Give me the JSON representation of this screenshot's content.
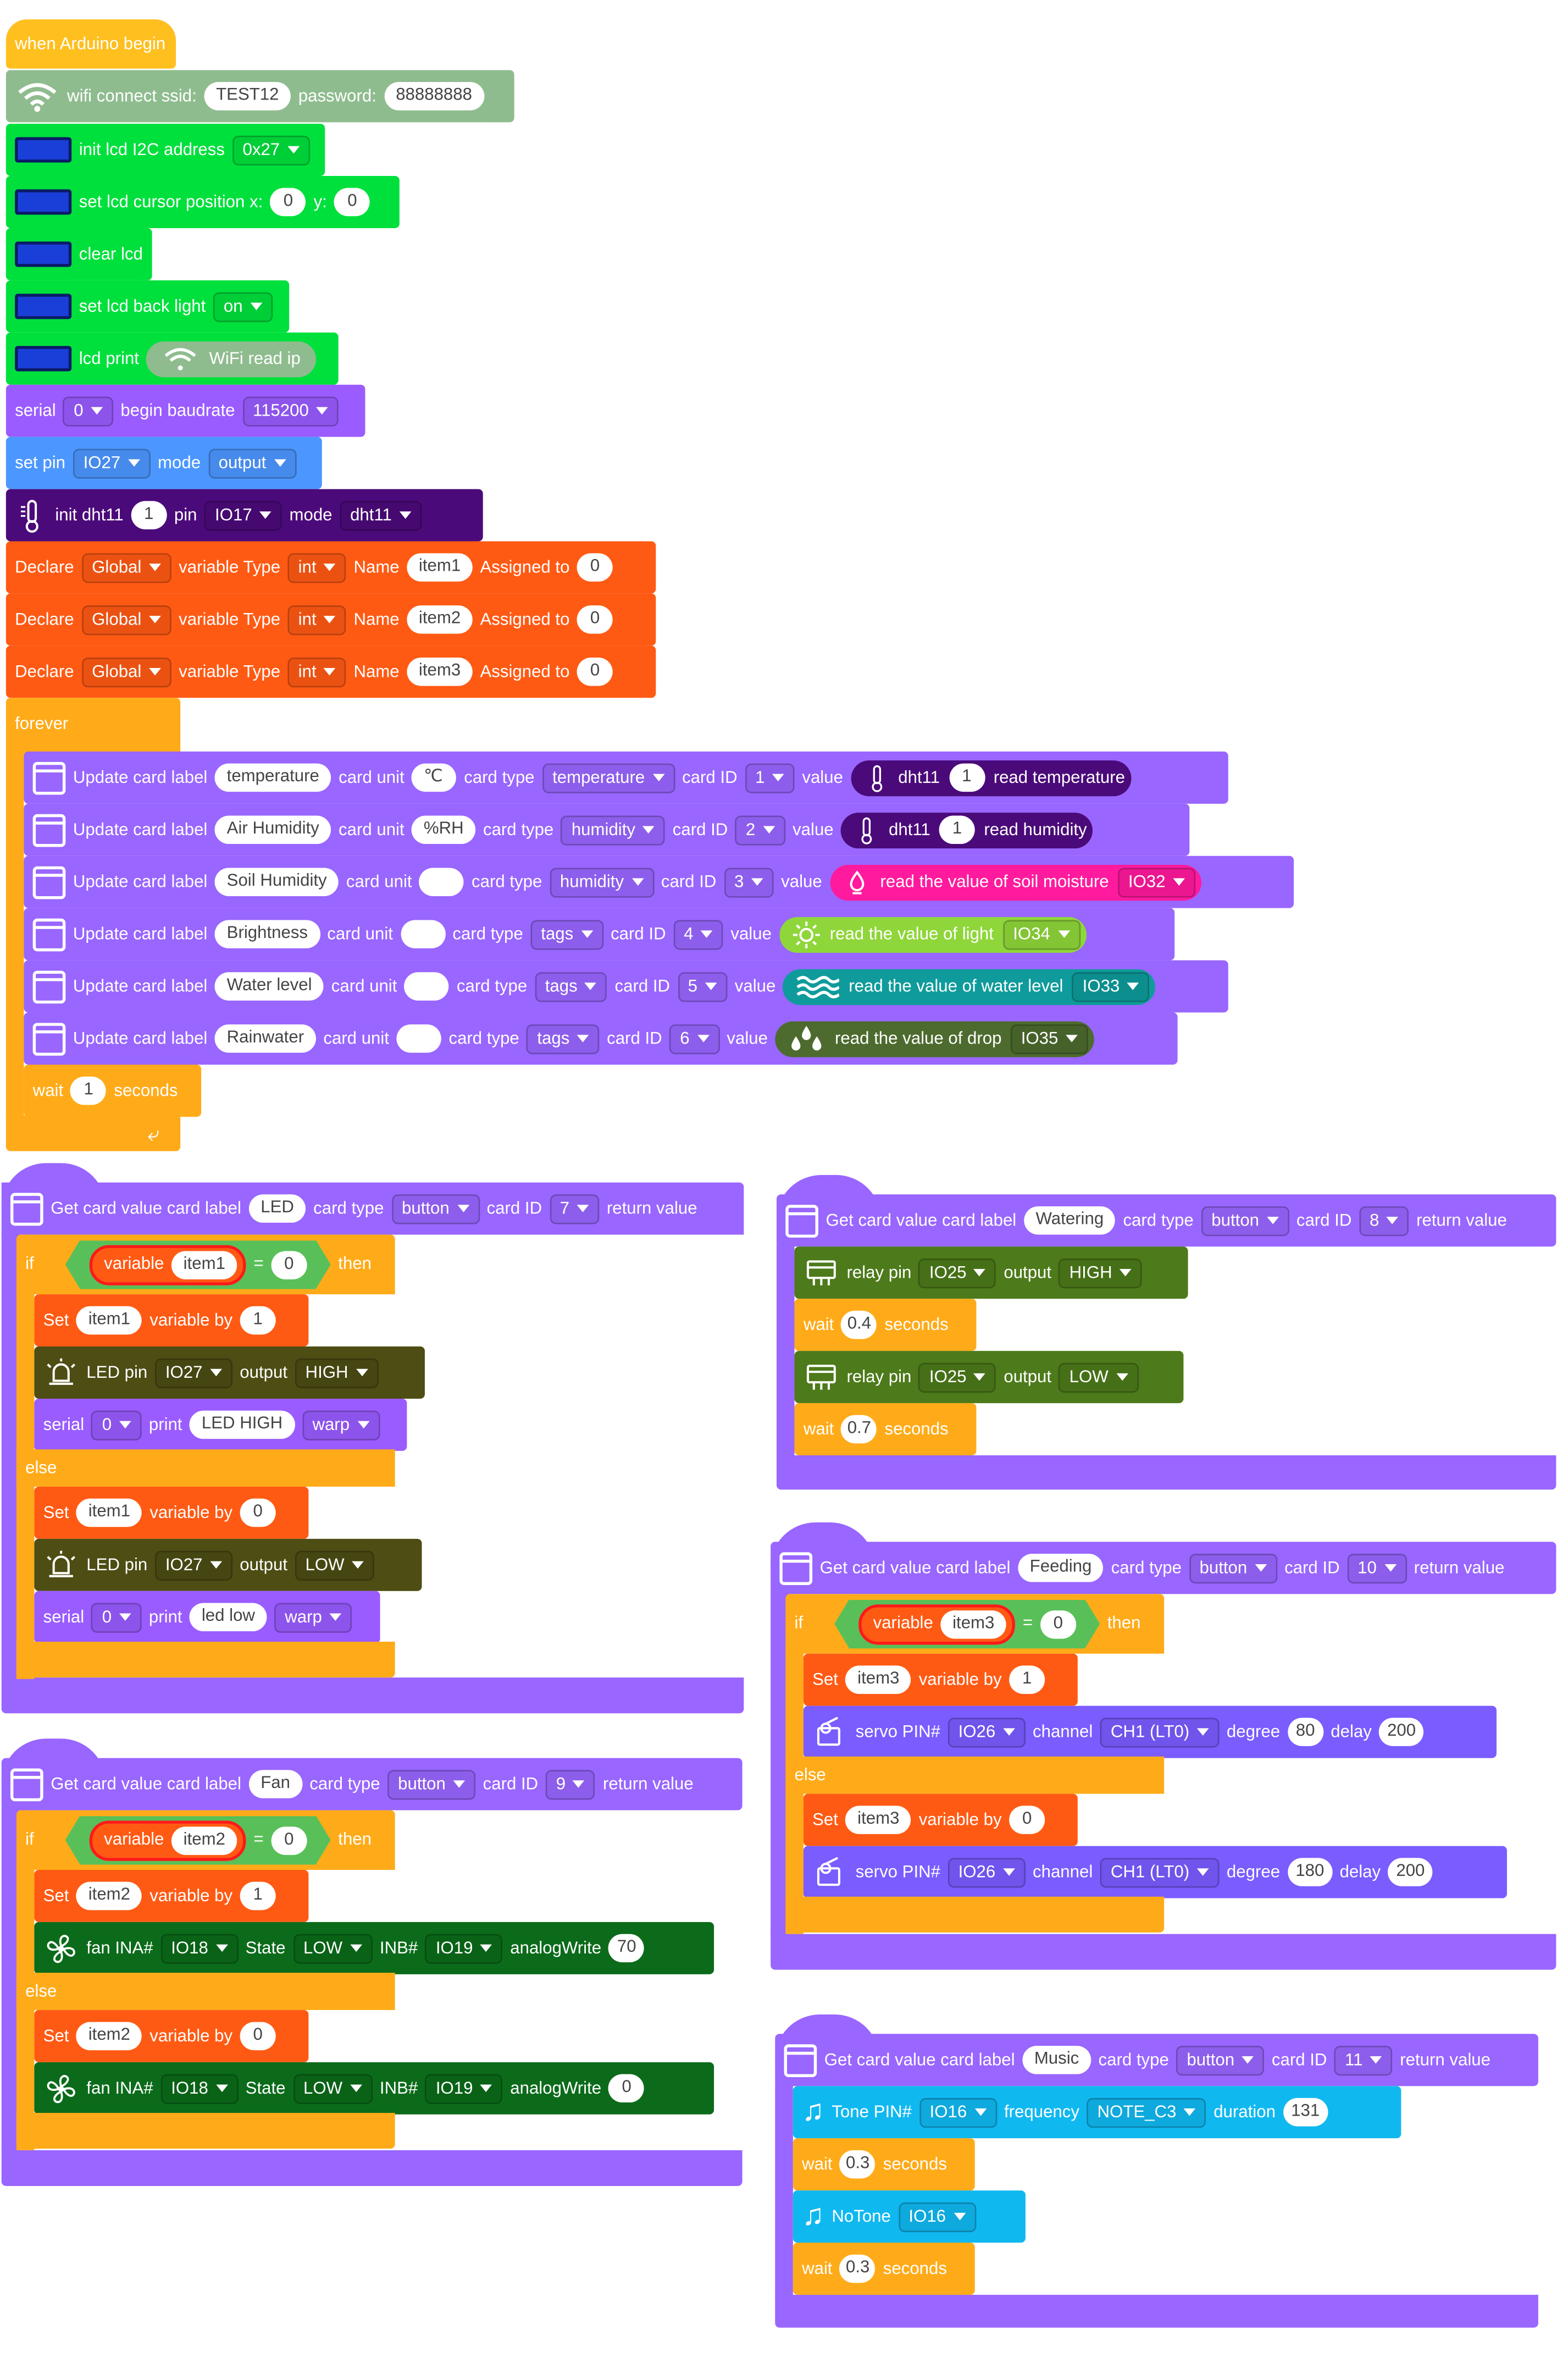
{
  "colors": {
    "event": "#ffbf1f",
    "wifi": "#8fbc8f",
    "lcd": "#00e03c",
    "serial": "#9a5cff",
    "pin": "#4c97ff",
    "dht": "#4b0a7a",
    "declare": "#ff5a14",
    "loop": "#ffab19",
    "card": "#9966ff",
    "led": "#4d4d14",
    "relay": "#4d7a1a",
    "fan": "#0b6b1a",
    "servo": "#7a5cff",
    "tone": "#10b8f0",
    "soil": "#ff1a9e",
    "light": "#8fd63a",
    "water": "#0f9b9b",
    "drop": "#4d6b2e",
    "compare": "#59c059"
  },
  "setup": {
    "event": "when Arduino begin",
    "wifi": {
      "l1": "wifi connect ssid:",
      "ssid": "TEST12",
      "l2": "password:",
      "pwd": "88888888"
    },
    "lcd_init": {
      "label": "init lcd I2C address",
      "addr": "0x27"
    },
    "lcd_cursor": {
      "label": "set lcd cursor position x:",
      "x": "0",
      "ly": "y:",
      "y": "0"
    },
    "lcd_clear": {
      "label": "clear lcd"
    },
    "lcd_back": {
      "label": "set lcd back light",
      "val": "on"
    },
    "lcd_print": {
      "label": "lcd print",
      "val": "WiFi read ip"
    },
    "serial": {
      "l1": "serial",
      "port": "0",
      "l2": "begin baudrate",
      "baud": "115200"
    },
    "setpin": {
      "l1": "set pin",
      "pin": "IO27",
      "l2": "mode",
      "mode": "output"
    },
    "dht": {
      "l1": "init dht11",
      "n": "1",
      "l2": "pin",
      "pin": "IO17",
      "l3": "mode",
      "mode": "dht11"
    },
    "decl_labels": {
      "declare": "Declare",
      "scope": "Global",
      "vt": "variable Type",
      "type": "int",
      "name": "Name",
      "assigned": "Assigned to"
    },
    "declares": [
      {
        "name": "item1",
        "val": "0"
      },
      {
        "name": "item2",
        "val": "0"
      },
      {
        "name": "item3",
        "val": "0"
      }
    ]
  },
  "loop": {
    "forever": "forever",
    "labels": {
      "update": "Update card label",
      "unit": "card unit",
      "type": "card type",
      "id": "card ID",
      "value": "value"
    },
    "cards": [
      {
        "label": "temperature",
        "unit": "℃",
        "type": "temperature",
        "id": "1",
        "r1": "dht11",
        "rn": "1",
        "r2": "read temperature"
      },
      {
        "label": "Air Humidity",
        "unit": "%RH",
        "type": "humidity",
        "id": "2",
        "r1": "dht11",
        "rn": "1",
        "r2": "read humidity"
      },
      {
        "label": "Soil Humidity",
        "unit": "",
        "type": "humidity",
        "id": "3",
        "r2": "read the value of soil moisture",
        "pin": "IO32"
      },
      {
        "label": "Brightness",
        "unit": "",
        "type": "tags",
        "id": "4",
        "r2": "read the value of light",
        "pin": "IO34"
      },
      {
        "label": "Water level",
        "unit": "",
        "type": "tags",
        "id": "5",
        "r2": "read the value of water level",
        "pin": "IO33"
      },
      {
        "label": "Rainwater",
        "unit": "",
        "type": "tags",
        "id": "6",
        "r2": "read the value of drop",
        "pin": "IO35"
      }
    ],
    "wait": {
      "l1": "wait",
      "val": "1",
      "l2": "seconds"
    }
  },
  "common": {
    "getcard": "Get card value card label",
    "ctype": "card type",
    "button": "button",
    "cid": "card ID",
    "ret": "return value",
    "if": "if",
    "else": "else",
    "then": "then",
    "variable": "variable",
    "eq": "=",
    "set": "Set",
    "varby": "variable by",
    "wait": "wait",
    "seconds": "seconds",
    "serial": "serial",
    "print": "print",
    "warp": "warp",
    "zero": "0",
    "one": "1"
  },
  "led": {
    "label": "LED",
    "id": "7",
    "var": "item1",
    "cmp": "0",
    "set1": "1",
    "set2": "0",
    "ledl": "LED pin",
    "pin": "IO27",
    "out": "output",
    "high": "HIGH",
    "low": "LOW",
    "s1": "LED HIGH",
    "s2": "led low",
    "port": "0"
  },
  "fan": {
    "label": "Fan",
    "id": "9",
    "var": "item2",
    "cmp": "0",
    "set1": "1",
    "set2": "0",
    "f1": "fan INA#",
    "ina": "IO18",
    "st": "State",
    "sv": "LOW",
    "inb_l": "INB#",
    "inb": "IO19",
    "aw": "analogWrite",
    "v1": "70",
    "v2": "0"
  },
  "water": {
    "label": "Watering",
    "id": "8",
    "relay": "relay pin",
    "pin": "IO25",
    "out": "output",
    "high": "HIGH",
    "low": "LOW",
    "w1": "0.4",
    "w2": "0.7"
  },
  "feed": {
    "label": "Feeding",
    "id": "10",
    "var": "item3",
    "cmp": "0",
    "set1": "1",
    "set2": "0",
    "servo": "servo PIN#",
    "pin": "IO26",
    "ch": "channel",
    "chv": "CH1 (LT0)",
    "deg": "degree",
    "d1": "80",
    "d2": "180",
    "delay": "delay",
    "dl": "200"
  },
  "music": {
    "label": "Music",
    "id": "11",
    "tone": "Tone PIN#",
    "pin": "IO16",
    "freq": "frequency",
    "note": "NOTE_C3",
    "dur": "duration",
    "durv": "131",
    "notone": "NoTone",
    "w": "0.3"
  }
}
